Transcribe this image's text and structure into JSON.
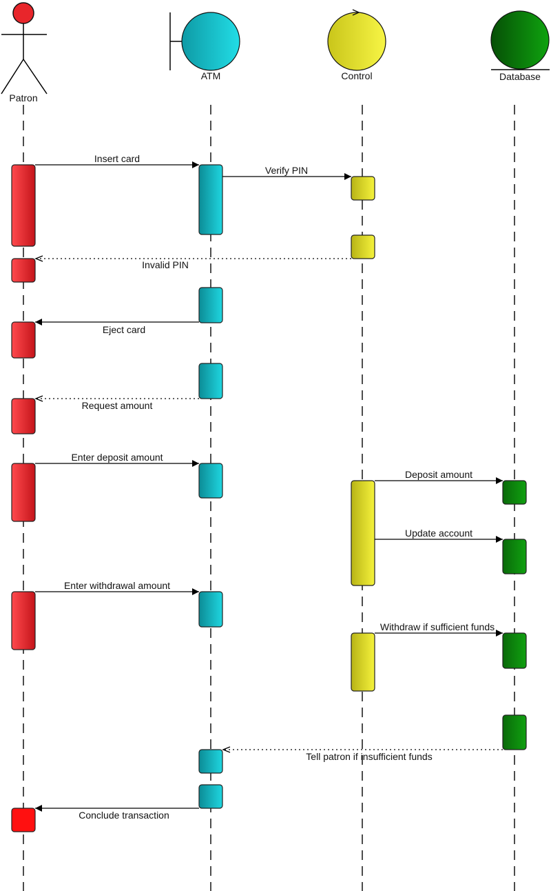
{
  "lifelines": [
    {
      "id": "patron",
      "label": "Patron",
      "kind": "actor",
      "color": "#e8262b"
    },
    {
      "id": "atm",
      "label": "ATM",
      "kind": "boundary",
      "color": "#17c3cf"
    },
    {
      "id": "control",
      "label": "Control",
      "kind": "control",
      "color": "#e6e22c"
    },
    {
      "id": "database",
      "label": "Database",
      "kind": "entity",
      "color": "#0a8a0a"
    }
  ],
  "messages": [
    {
      "id": "insert-card",
      "label": "Insert card",
      "style": "solid"
    },
    {
      "id": "verify-pin",
      "label": "Verify PIN",
      "style": "solid"
    },
    {
      "id": "invalid-pin",
      "label": "Invalid PIN",
      "style": "dotted"
    },
    {
      "id": "eject-card",
      "label": "Eject card",
      "style": "solid"
    },
    {
      "id": "request-amount",
      "label": "Request amount",
      "style": "dotted"
    },
    {
      "id": "enter-deposit-amount",
      "label": "Enter deposit amount",
      "style": "solid"
    },
    {
      "id": "deposit-amount",
      "label": "Deposit amount",
      "style": "solid"
    },
    {
      "id": "update-account",
      "label": "Update account",
      "style": "solid"
    },
    {
      "id": "enter-withdrawal-amount",
      "label": "Enter withdrawal amount",
      "style": "solid"
    },
    {
      "id": "withdraw-if-sufficient",
      "label": "Withdraw if sufficient funds",
      "style": "solid"
    },
    {
      "id": "tell-patron-insufficient",
      "label": "Tell patron if insufficient funds",
      "style": "dotted"
    },
    {
      "id": "conclude-transaction",
      "label": "Conclude transaction",
      "style": "solid"
    }
  ]
}
